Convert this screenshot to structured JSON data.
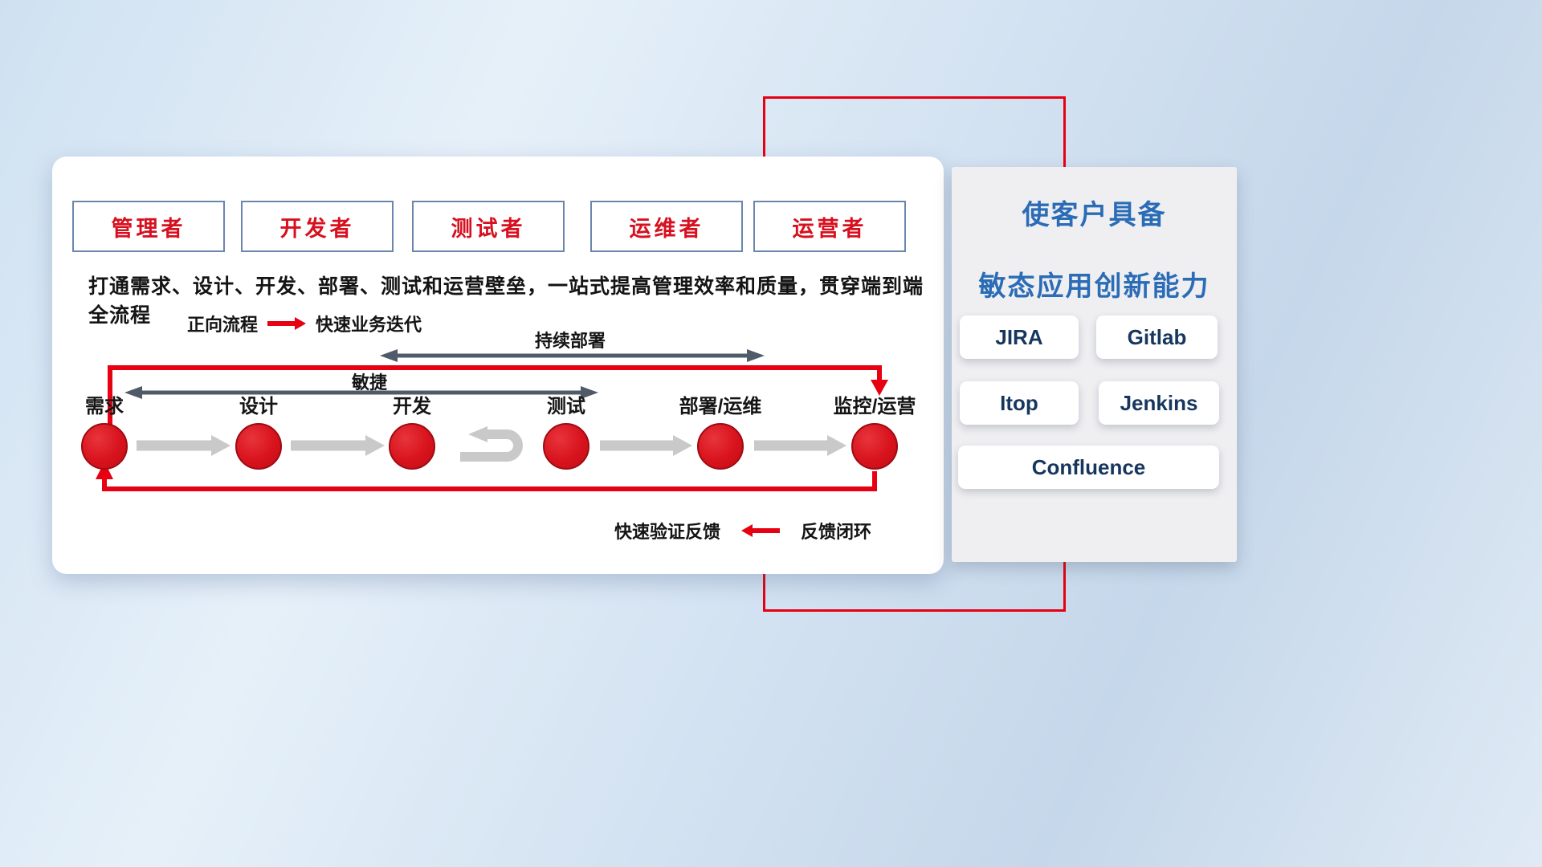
{
  "roles": [
    "管理者",
    "开发者",
    "测试者",
    "运维者",
    "运营者"
  ],
  "description": "打通需求、设计、开发、部署、测试和运营壁垒，一站式提高管理效率和质量，贯穿端到端全流程",
  "forward_legend": {
    "label": "正向流程",
    "text": "快速业务迭代"
  },
  "flow": {
    "stages": [
      "需求",
      "设计",
      "开发",
      "测试",
      "部署/运维",
      "监控/运营"
    ],
    "cd_label": "持续部署",
    "agile_label": "敏捷"
  },
  "feedback_legend": {
    "text": "快速验证反馈",
    "label": "反馈闭环"
  },
  "right_panel": {
    "title_line1": "使客户具备",
    "title_line2": "敏态应用创新能力",
    "tools": [
      "JIRA",
      "Gitlab",
      "Itop",
      "Jenkins",
      "Confluence"
    ]
  },
  "colors": {
    "accent_red": "#e60012",
    "circle_red": "#d8131d",
    "title_blue": "#2b6cb6",
    "tool_navy": "#17365e",
    "dark_arrow": "#4f5b68",
    "gray_arrow": "#c9c9c9"
  }
}
